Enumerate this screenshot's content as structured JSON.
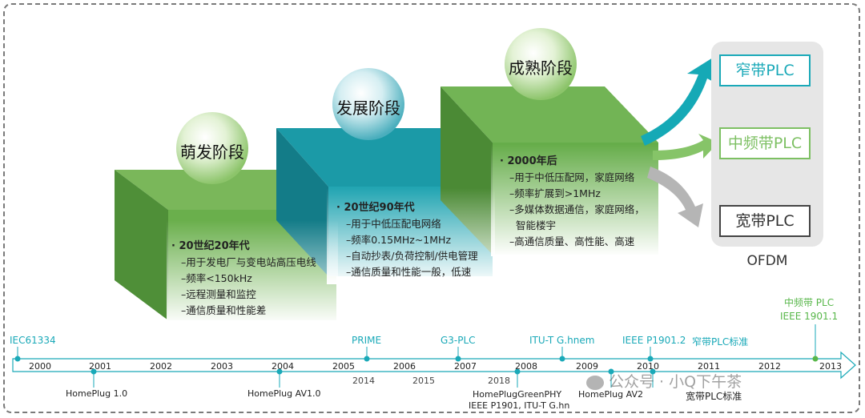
{
  "stages": [
    {
      "name": "萌发阶段",
      "head": "20世纪20年代",
      "lines": [
        "–用于发电厂与变电站高压电线",
        "–频率<150kHz",
        "–远程测量和监控",
        "–通信质量和性能差"
      ]
    },
    {
      "name": "发展阶段",
      "head": "20世纪90年代",
      "lines": [
        "–用于中低压配电网络",
        "–频率0.15MHz~1MHz",
        "–自动抄表/负荷控制/供电管理",
        "–通信质量和性能一般，低速"
      ]
    },
    {
      "name": "成熟阶段",
      "head": "2000年后",
      "lines": [
        "–用于中低压配网，家庭网络",
        "–频率扩展到>1MHz",
        "–多媒体数据通信，家庭网络，",
        "智能楼宇",
        "–高通信质量、高性能、高速"
      ]
    }
  ],
  "plc": {
    "items": [
      "窄带PLC",
      "中频带PLC",
      "宽带PLC"
    ],
    "colors": [
      "#1aa9b8",
      "#7dc063",
      "#444444"
    ],
    "footer": "OFDM"
  },
  "timeline": {
    "years": [
      "2000",
      "2001",
      "2002",
      "2003",
      "2004",
      "2005",
      "2006",
      "2007",
      "2008",
      "2009",
      "2010",
      "2011",
      "2012",
      "2013"
    ],
    "top_labels": [
      "IEC61334",
      "PRIME",
      "G3-PLC",
      "ITU-T G.hnem",
      "IEEE P1901.2",
      "窄带PLC标准"
    ],
    "bottom_labels": [
      "HomePlug 1.0",
      "HomePlug AV1.0",
      "2014",
      "2015",
      "2018",
      "HomePlugGreenPHY",
      "IEEE P1901, ITU-T G.hn",
      "HomePlug AV2",
      "宽带PLC标准"
    ],
    "right_label_1": "中频带 PLC",
    "right_label_2": "IEEE 1901.1"
  },
  "watermark": "公众号 · 小Q下午茶"
}
